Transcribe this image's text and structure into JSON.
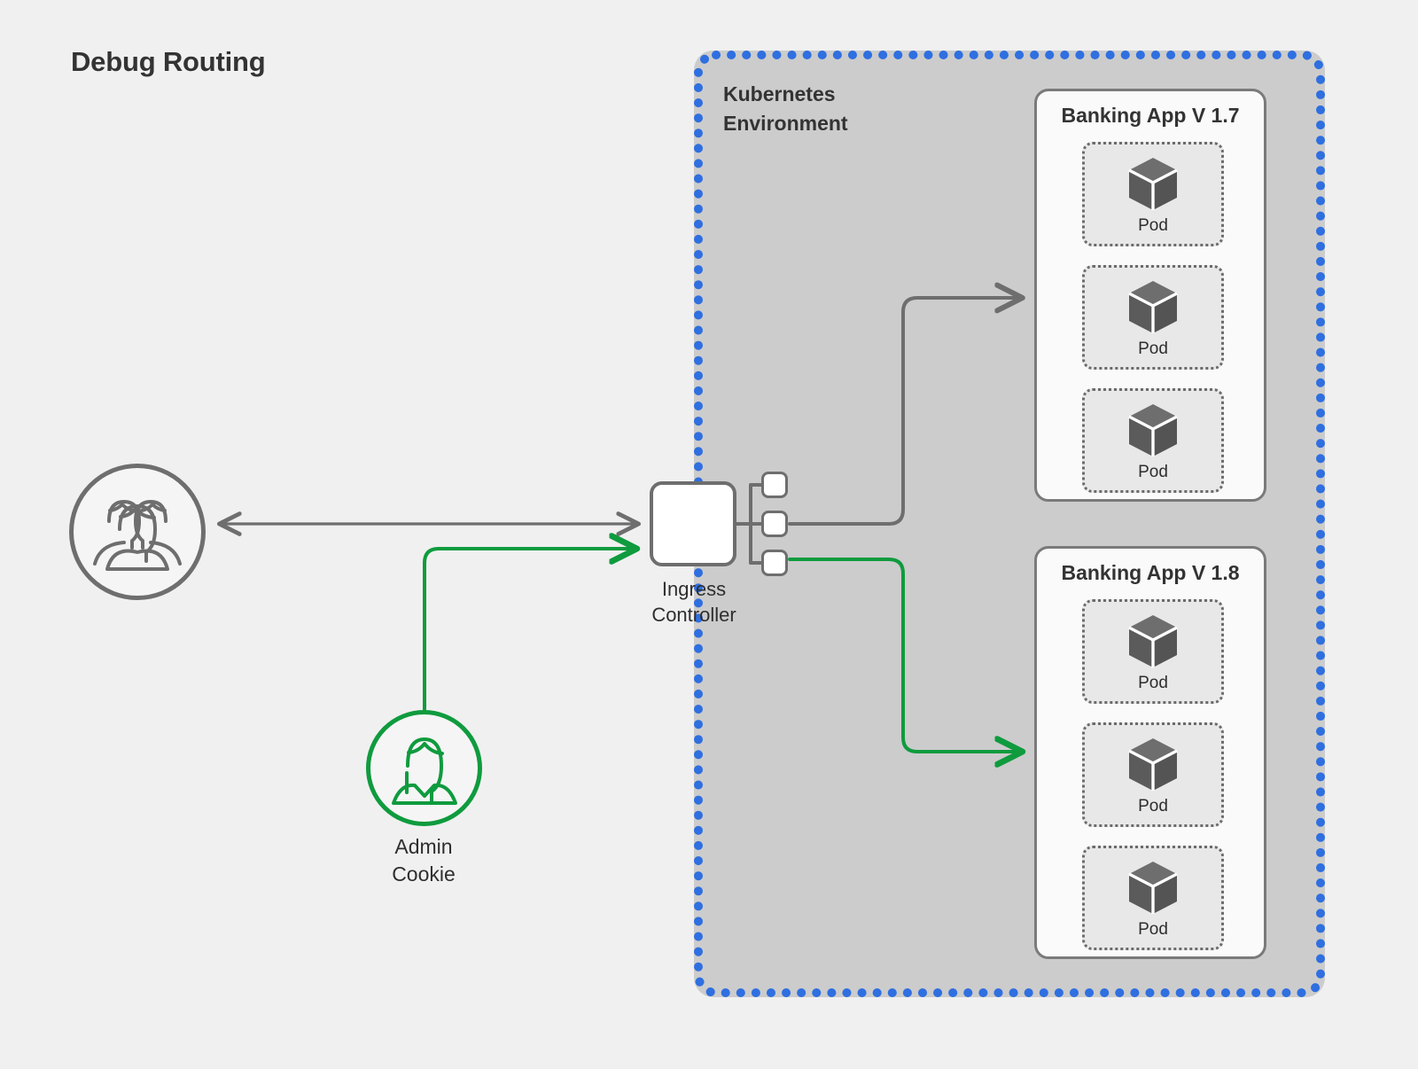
{
  "title": "Debug Routing",
  "colors": {
    "background": "#f0f0f0",
    "k8s_border_blue": "#2f6fe0",
    "k8s_fill": "#cccccc",
    "gray_stroke": "#6e6e6e",
    "green_stroke": "#0f9b3e",
    "text": "#333333",
    "pod_fill": "#e8e8e8",
    "card_fill": "#fafafa"
  },
  "environment": {
    "label": "Kubernetes\nEnvironment",
    "border_style": "dotted",
    "apps": [
      {
        "title": "Banking App V 1.7",
        "pods": [
          {
            "label": "Pod",
            "icon": "cube-icon"
          },
          {
            "label": "Pod",
            "icon": "cube-icon"
          },
          {
            "label": "Pod",
            "icon": "cube-icon"
          }
        ]
      },
      {
        "title": "Banking App V 1.8",
        "pods": [
          {
            "label": "Pod",
            "icon": "cube-icon"
          },
          {
            "label": "Pod",
            "icon": "cube-icon"
          },
          {
            "label": "Pod",
            "icon": "cube-icon"
          }
        ]
      }
    ]
  },
  "ingress": {
    "label": "Ingress\nController",
    "ports": [
      "port-top",
      "port-middle",
      "port-bottom"
    ]
  },
  "actors": [
    {
      "name": "users",
      "label": "",
      "icon": "users-group-icon",
      "color": "#6e6e6e"
    },
    {
      "name": "admin",
      "label": "Admin\nCookie",
      "icon": "user-single-icon",
      "color": "#0f9b3e"
    }
  ],
  "connections": [
    {
      "name": "users-ingress",
      "from": "users",
      "to": "ingress",
      "color": "#6e6e6e",
      "arrows": "both"
    },
    {
      "name": "admin-ingress",
      "from": "admin",
      "to": "ingress",
      "color": "#0f9b3e",
      "arrows": "end"
    },
    {
      "name": "ingress-v17",
      "from": "ingress-port-middle",
      "to": "Banking App V 1.7",
      "color": "#6e6e6e",
      "arrows": "end"
    },
    {
      "name": "ingress-v18",
      "from": "ingress-port-bottom",
      "to": "Banking App V 1.8",
      "color": "#0f9b3e",
      "arrows": "end"
    }
  ]
}
